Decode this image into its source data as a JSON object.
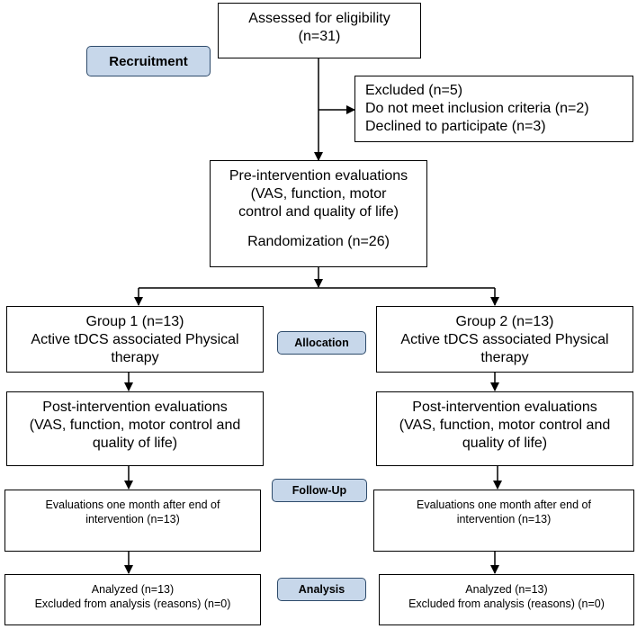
{
  "stages": {
    "recruitment": "Recruitment",
    "allocation": "Allocation",
    "followup": "Follow-Up",
    "analysis": "Analysis"
  },
  "assessed": {
    "line1": "Assessed for eligibility",
    "line2": "(n=31)"
  },
  "excluded": {
    "line1": "Excluded (n=5)",
    "line2": "Do not meet inclusion criteria (n=2)",
    "line3": "Declined to participate (n=3)"
  },
  "pre": {
    "line1": "Pre-intervention evaluations",
    "line2": "(VAS, function, motor",
    "line3": "control and quality of life)",
    "line4": "Randomization (n=26)"
  },
  "group1": {
    "alloc": {
      "line1": "Group 1 (n=13)",
      "line2": "Active tDCS associated Physical",
      "line3": "therapy"
    },
    "post": {
      "line1": "Post-intervention evaluations",
      "line2": "(VAS, function, motor control and",
      "line3": "quality of life)"
    },
    "followup": {
      "line1": "Evaluations one month after end of",
      "line2": "intervention (n=13)"
    },
    "analysis": {
      "line1": "Analyzed (n=13)",
      "line2": "Excluded from analysis (reasons) (n=0)"
    }
  },
  "group2": {
    "alloc": {
      "line1": "Group 2 (n=13)",
      "line2": "Active tDCS associated Physical",
      "line3": "therapy"
    },
    "post": {
      "line1": "Post-intervention evaluations",
      "line2": "(VAS, function, motor control and",
      "line3": "quality of life)"
    },
    "followup": {
      "line1": "Evaluations one month after end of",
      "line2": "intervention (n=13)"
    },
    "analysis": {
      "line1": "Analyzed (n=13)",
      "line2": "Excluded from analysis (reasons) (n=0)"
    }
  }
}
